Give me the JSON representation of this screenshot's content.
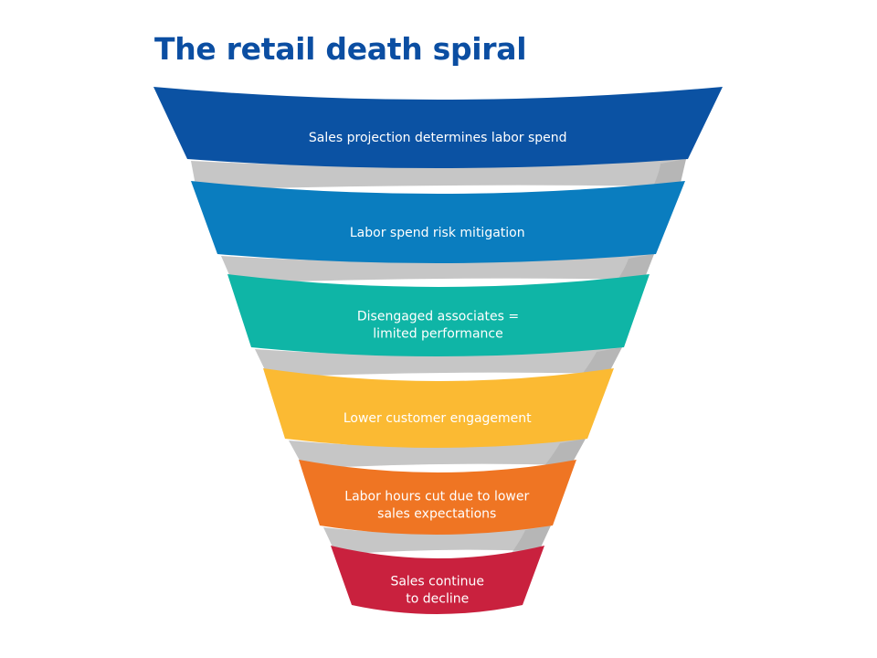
{
  "title": "The retail death spiral",
  "colors": {
    "title": "#0B4EA2",
    "connector": "#C6C6C6",
    "connector_shadow": "#A9A9A9"
  },
  "stages": [
    {
      "label_lines": [
        "Sales projection determines labor spend"
      ],
      "color": "#0B52A3"
    },
    {
      "label_lines": [
        "Labor spend risk mitigation"
      ],
      "color": "#0A7DBF"
    },
    {
      "label_lines": [
        "Disengaged associates =",
        "limited performance"
      ],
      "color": "#0FB5A6"
    },
    {
      "label_lines": [
        "Lower customer engagement"
      ],
      "color": "#FBBA33"
    },
    {
      "label_lines": [
        "Labor hours cut due to lower",
        "sales expectations"
      ],
      "color": "#EF7523"
    },
    {
      "label_lines": [
        "Sales continue",
        "to decline"
      ],
      "color": "#C9213E"
    }
  ]
}
